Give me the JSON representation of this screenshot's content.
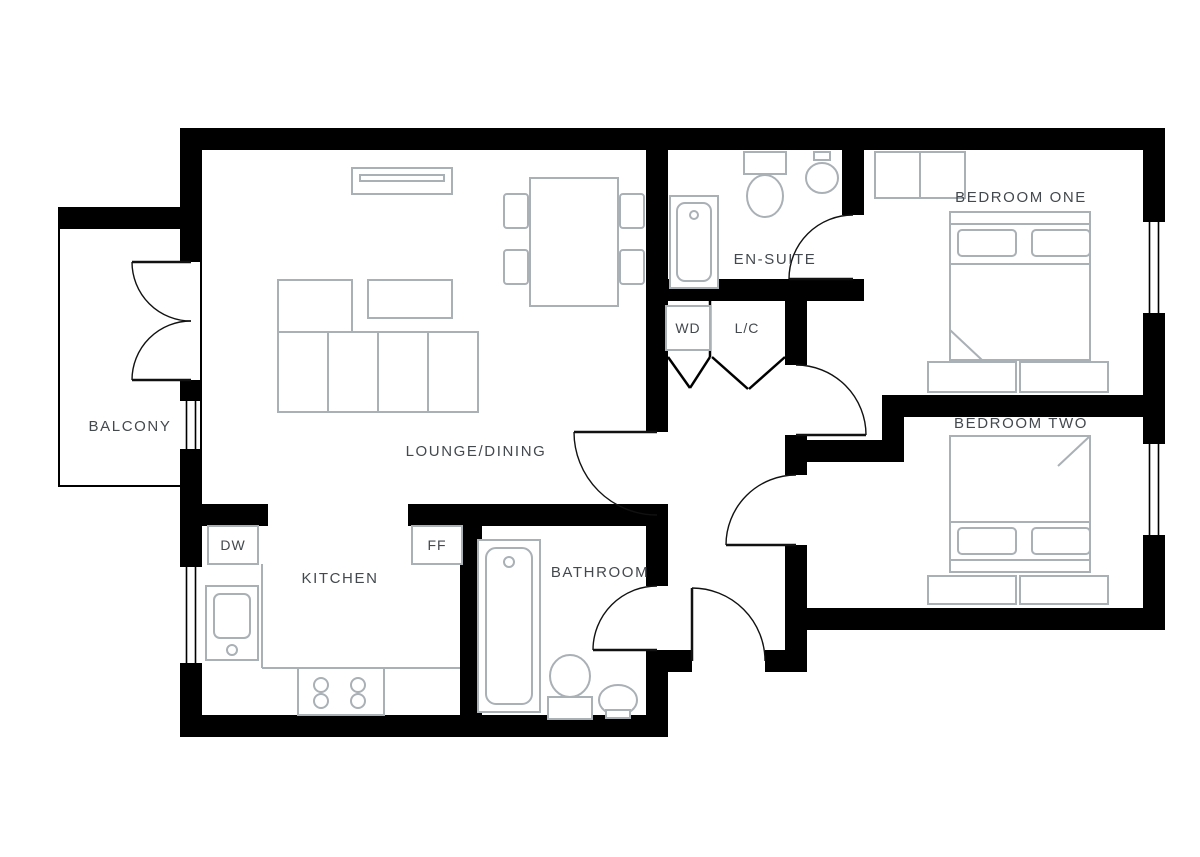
{
  "floorplan": {
    "labels": {
      "balcony": "BALCONY",
      "lounge_dining": "LOUNGE/DINING",
      "kitchen": "KITCHEN",
      "bathroom": "BATHROOM",
      "en_suite": "EN-SUITE",
      "bedroom_one": "BEDROOM ONE",
      "bedroom_two": "BEDROOM TWO",
      "wd": "WD",
      "lc": "L/C",
      "dw": "DW",
      "ff": "FF"
    },
    "colors": {
      "wall": "#000000",
      "furniture_line": "#a9b0b6",
      "label_text": "#43494e",
      "background": "#ffffff"
    }
  }
}
